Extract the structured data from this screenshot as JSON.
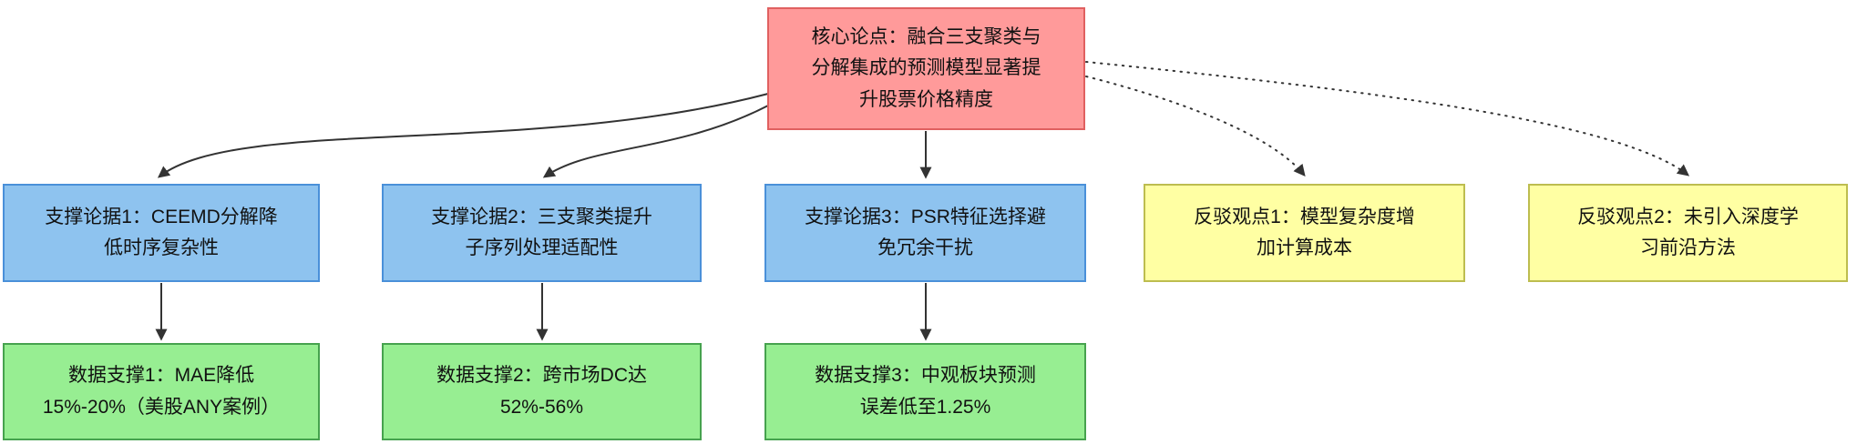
{
  "nodes": {
    "core": {
      "label": "核心论点：融合三支聚类与\n分解集成的预测模型显著提\n升股票价格精度"
    },
    "supports": [
      {
        "label": "支撑论据1：CEEMD分解降\n低时序复杂性"
      },
      {
        "label": "支撑论据2：三支聚类提升\n子序列处理适配性"
      },
      {
        "label": "支撑论据3：PSR特征选择避\n免冗余干扰"
      }
    ],
    "counters": [
      {
        "label": "反驳观点1：模型复杂度增\n加计算成本"
      },
      {
        "label": "反驳观点2：未引入深度学\n习前沿方法"
      }
    ],
    "evidence": [
      {
        "label": "数据支撑1：MAE降低\n15%-20%（美股ANY案例）"
      },
      {
        "label": "数据支撑2：跨市场DC达\n52%-56%"
      },
      {
        "label": "数据支撑3：中观板块预测\n误差低至1.25%"
      }
    ]
  },
  "edges": {
    "solid": [
      "core -> support1",
      "core -> support2",
      "core -> support3",
      "support1 -> evidence1",
      "support2 -> evidence2",
      "support3 -> evidence3"
    ],
    "dotted": [
      "core -> counter1",
      "core -> counter2"
    ]
  },
  "colors": {
    "core_fill": "#ff9a9a",
    "core_border": "#e06060",
    "support_fill": "#8ec3ef",
    "support_border": "#4a90d9",
    "counter_fill": "#ffffa3",
    "counter_border": "#bdbd4f",
    "evidence_fill": "#97ee92",
    "evidence_border": "#46a24e",
    "edge": "#333333"
  }
}
